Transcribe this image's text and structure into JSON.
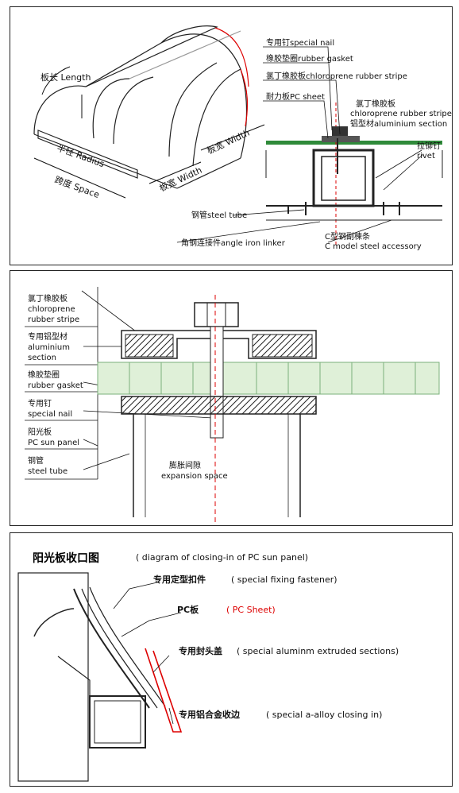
{
  "panel1": {
    "length": "板长 Length",
    "radius": "半径 Radius",
    "space": "跨度 Space",
    "width1": "板宽 Width",
    "width2": "板宽 Width",
    "special_nail": "专用钉special nail",
    "rubber_gasket": "橡胶垫圈rubber gasket",
    "chloroprene_stripe": "氯丁橡胶板chloroprene rubber stripe",
    "pc_sheet": "耐力板PC sheet",
    "chloroprene_cn": "氯丁橡胶板",
    "chloroprene_en": "chloroprene rubber stripe",
    "aluminium": "铝型材aluminium section",
    "rivet_cn": "拉铆钉",
    "rivet_en": "rivet",
    "steel_tube": "钢管steel tube",
    "angle_iron": "角钢连接件angle iron linker",
    "c_model_cn": "C型钢副楝条",
    "c_model_en": "C model steel accessory"
  },
  "panel2": {
    "chloro": [
      "氯丁橡胶板",
      "chloroprene",
      "rubber stripe"
    ],
    "alu": [
      "专用铝型材",
      "aluminium",
      "section"
    ],
    "gasket": [
      "橡胶垫圈",
      "rubber gasket"
    ],
    "nail": [
      "专用钉",
      "special nail"
    ],
    "sun": [
      "阳光板",
      "PC sun panel"
    ],
    "tube": [
      "钢管",
      "steel tube"
    ],
    "expansion_cn": "膨胀间隙",
    "expansion_en": "expansion space"
  },
  "panel3": {
    "title_cn": "阳光板收口图",
    "title_en": "( diagram of closing-in of PC sun panel)",
    "fastener_cn": "专用定型扣件",
    "fastener_en": "( special fixing fastener)",
    "pc_cn": "PC板",
    "pc_en": "( PC Sheet)",
    "cap_cn": "专用封头盖",
    "cap_en": "( special aluminm extruded sections)",
    "alloy_cn": "专用铝合金收边",
    "alloy_en": "( special a-alloy closing in)"
  },
  "colors": {
    "accent_red": "#d00000",
    "pc_green": "#2f8a3a",
    "panel_green": "#bfe0b8"
  }
}
